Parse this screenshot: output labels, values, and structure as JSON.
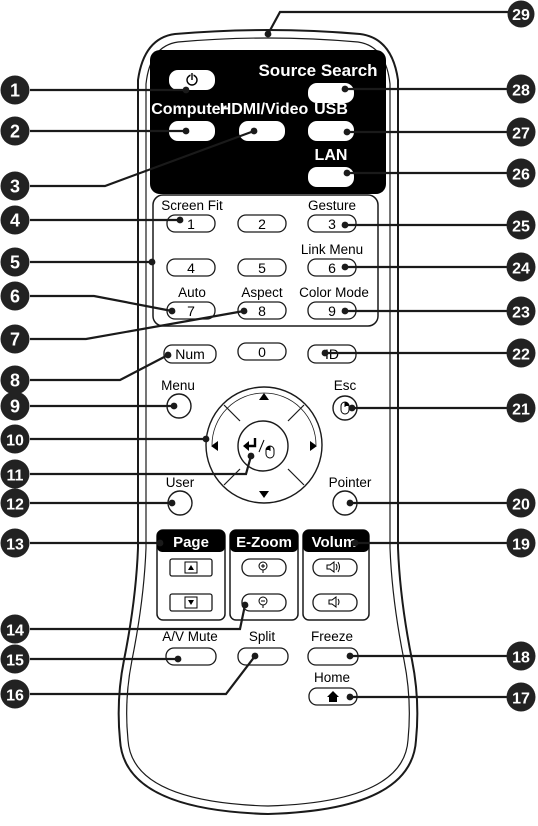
{
  "remote": {
    "top_block": {
      "source_search": "Source Search",
      "computer": "Computer",
      "hdmi_video": "HDMI/Video",
      "usb": "USB",
      "lan": "LAN"
    },
    "keypad": {
      "screen_fit": "Screen Fit",
      "gesture": "Gesture",
      "link_menu": "Link Menu",
      "auto": "Auto",
      "aspect": "Aspect",
      "color_mode": "Color Mode",
      "digits": [
        "1",
        "2",
        "3",
        "4",
        "5",
        "6",
        "7",
        "8",
        "9",
        "0"
      ]
    },
    "buttons": {
      "num": "Num",
      "id": "ID",
      "menu": "Menu",
      "esc": "Esc",
      "user": "User",
      "pointer": "Pointer",
      "av_mute": "A/V Mute",
      "split": "Split",
      "freeze": "Freeze",
      "home": "Home"
    },
    "groups": {
      "page": "Page",
      "ezoom": "E-Zoom",
      "volume": "Volum"
    }
  },
  "callouts": [
    "1",
    "2",
    "3",
    "4",
    "5",
    "6",
    "7",
    "8",
    "9",
    "10",
    "11",
    "12",
    "13",
    "14",
    "15",
    "16",
    "17",
    "18",
    "19",
    "20",
    "21",
    "22",
    "23",
    "24",
    "25",
    "26",
    "27",
    "28",
    "29"
  ],
  "colors": {
    "callout": "#222222",
    "line": "#1a1a1a",
    "top_block": "#000000"
  }
}
